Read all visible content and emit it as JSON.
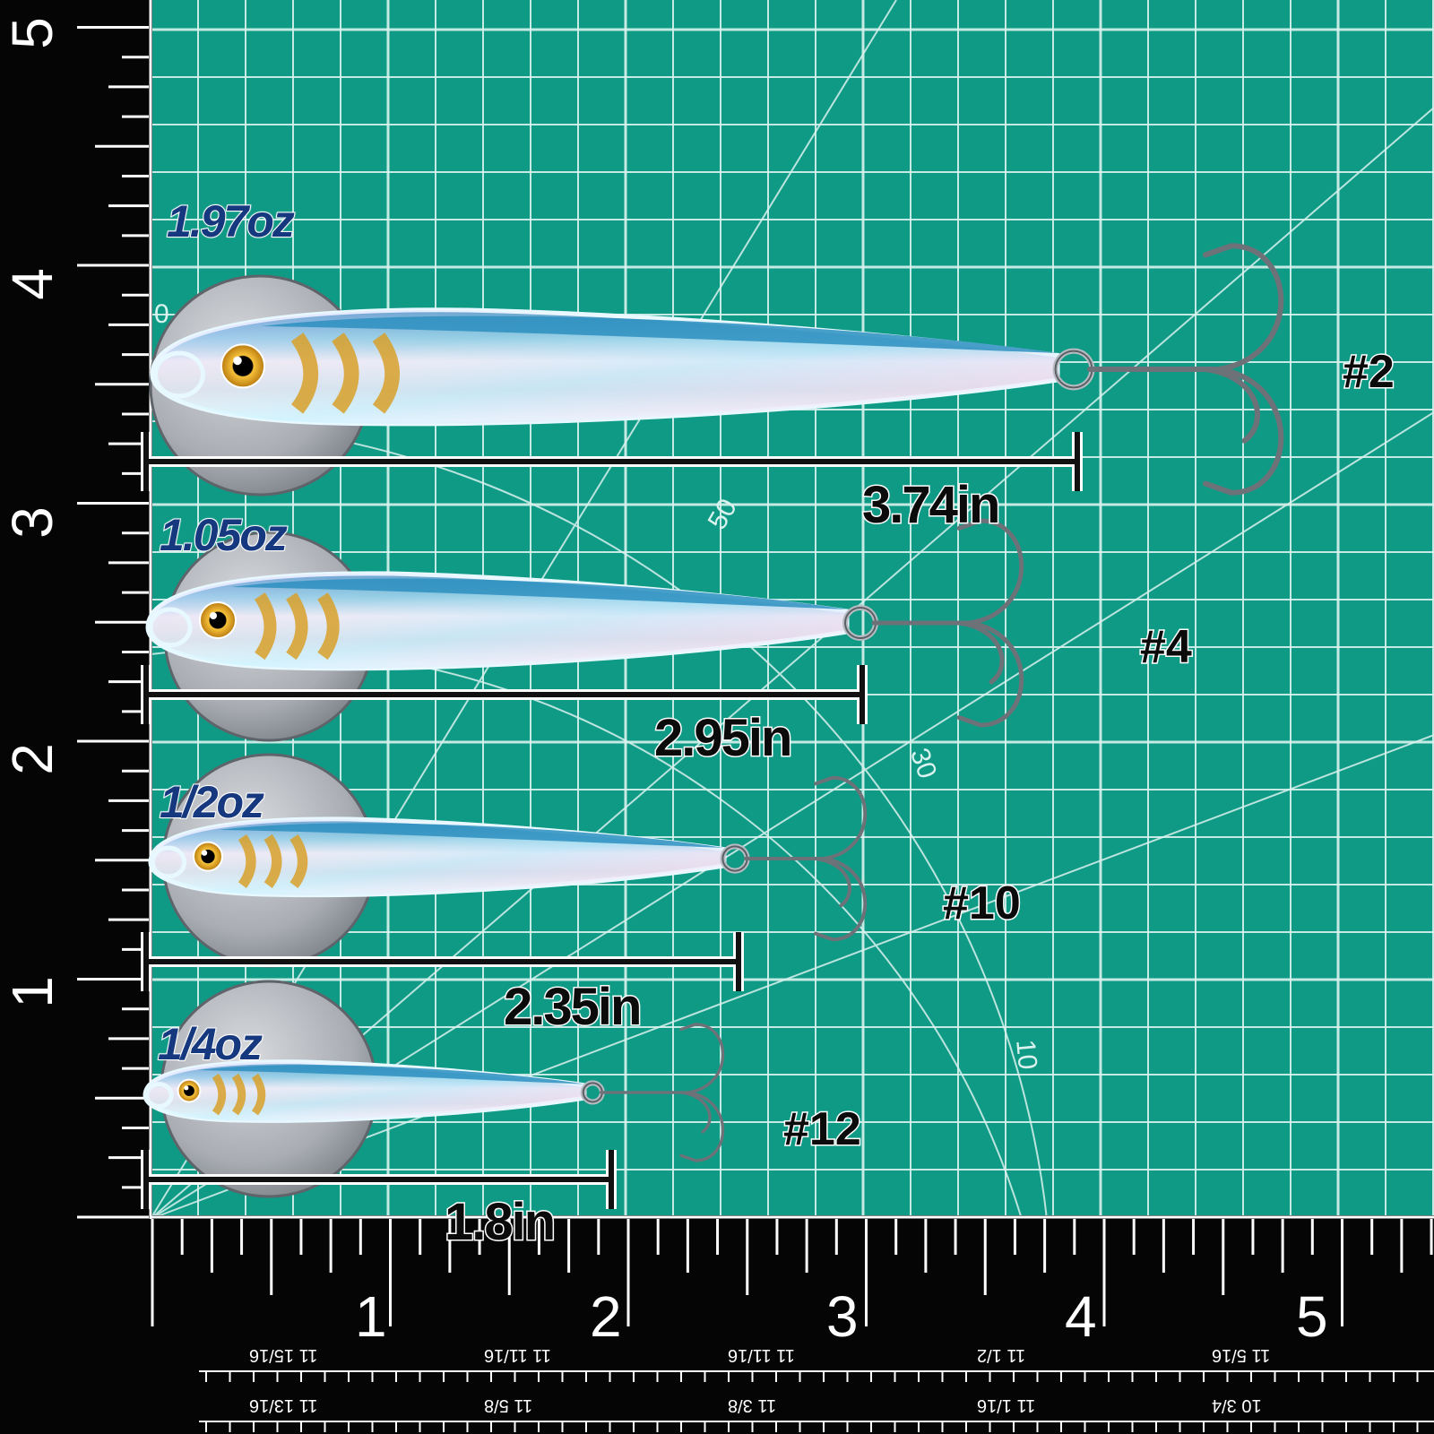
{
  "lures": [
    {
      "weight": "1.97oz",
      "length": "3.74in",
      "hook": "#2"
    },
    {
      "weight": "1.05oz",
      "length": "2.95in",
      "hook": "#4"
    },
    {
      "weight": "1/2oz",
      "length": "2.35in",
      "hook": "#10"
    },
    {
      "weight": "1/4oz",
      "length": "1.8in",
      "hook": "#12"
    }
  ],
  "ruler": {
    "bottom_inches": [
      "1",
      "2",
      "3",
      "4",
      "5"
    ],
    "left_inches": [
      "1",
      "2",
      "3",
      "4",
      "5"
    ],
    "fractions_top": [
      "11 15/16",
      "11 11/16",
      "11 11/16",
      "11 1/2",
      "11 5/16"
    ],
    "fractions_bottom": [
      "11 13/16",
      "11 5/8",
      "11 3/8",
      "11 1/16",
      "10 3/4"
    ]
  },
  "mat": {
    "angle_labels": [
      "50",
      "30",
      "10",
      "0"
    ]
  },
  "colors": {
    "mat": "#0f9a86",
    "grid": "#d9f2ee",
    "ruler": "#050505",
    "weight_text": "#16387f",
    "lure_blue": "#2d8fc0"
  }
}
